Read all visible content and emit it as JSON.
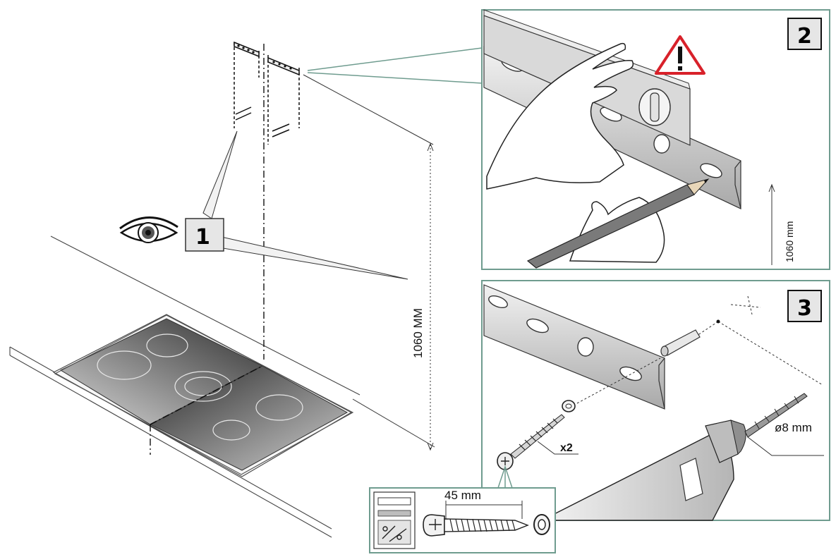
{
  "steps": {
    "step1_label": "1",
    "step2_label": "2",
    "step3_label": "3"
  },
  "dimensions": {
    "height_main": "1060 MM",
    "height_panel2": "1060 mm",
    "drill_diameter": "ø8 mm",
    "screw_length": "45 mm",
    "screw_quantity": "x2"
  },
  "icons": {
    "eye": "eye-icon",
    "warning": "warning-triangle-icon",
    "kit": "hardware-kit-icon"
  },
  "colors": {
    "frame": "#6f9c8f",
    "warning_red": "#d8212a",
    "badge_fill": "#e6e6e6",
    "hob_dark": "#2b2b2b",
    "hob_light": "#c9c9c9"
  }
}
